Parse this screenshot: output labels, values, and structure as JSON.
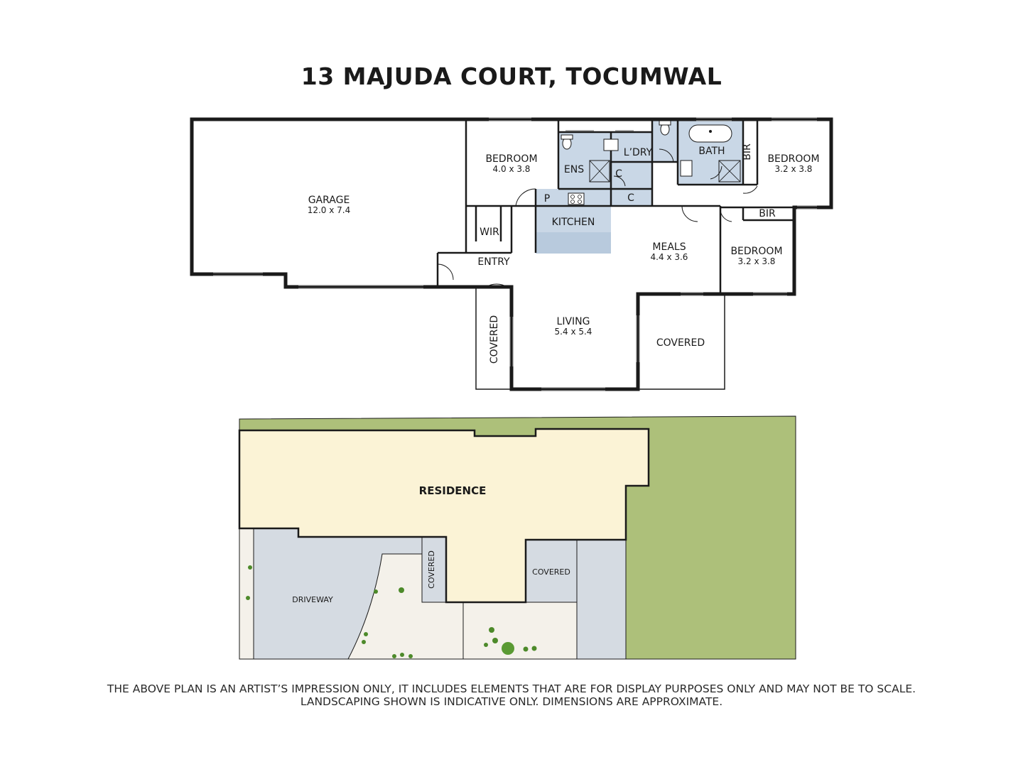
{
  "title": "13 MAJUDA COURT, TOCUMWAL",
  "floor_plan": {
    "rooms": {
      "garage": {
        "label": "GARAGE",
        "dims": "12.0 x 7.4"
      },
      "bedroom_main": {
        "label": "BEDROOM",
        "dims": "4.0 x 3.8"
      },
      "wir": {
        "label": "WIR"
      },
      "ens": {
        "label": "ENS"
      },
      "laundry": {
        "label": "L’DRY"
      },
      "cupboard_1": {
        "label": "C"
      },
      "cupboard_2": {
        "label": "C"
      },
      "pantry": {
        "label": "P"
      },
      "kitchen": {
        "label": "KITCHEN"
      },
      "bath": {
        "label": "BATH"
      },
      "bir_1": {
        "label": "BIR"
      },
      "bir_2": {
        "label": "BIR"
      },
      "bedroom_2": {
        "label": "BEDROOM",
        "dims": "3.2 x 3.8"
      },
      "bedroom_3": {
        "label": "BEDROOM",
        "dims": "3.2 x 3.8"
      },
      "meals": {
        "label": "MEALS",
        "dims": "4.4 x 3.6"
      },
      "entry": {
        "label": "ENTRY"
      },
      "living": {
        "label": "LIVING",
        "dims": "5.4 x 5.4"
      },
      "covered_left": {
        "label": "COVERED"
      },
      "covered_right": {
        "label": "COVERED"
      }
    }
  },
  "site_plan": {
    "residence": {
      "label": "RESIDENCE"
    },
    "driveway": {
      "label": "DRIVEWAY"
    },
    "covered_left": {
      "label": "COVERED"
    },
    "covered_right": {
      "label": "COVERED"
    }
  },
  "colors": {
    "wet_area": "#c9d7e6",
    "residence": "#fbf3d6",
    "lawn": "#adc07a",
    "paving": "#d5dbe2",
    "garden": "#f4f1ea",
    "wall": "#1a1a1a"
  },
  "disclaimer": {
    "line1": "THE ABOVE PLAN IS AN ARTIST’S IMPRESSION ONLY, IT INCLUDES ELEMENTS THAT ARE FOR DISPLAY PURPOSES ONLY AND MAY NOT BE TO SCALE.",
    "line2": "LANDSCAPING SHOWN IS INDICATIVE ONLY. DIMENSIONS ARE APPROXIMATE."
  }
}
